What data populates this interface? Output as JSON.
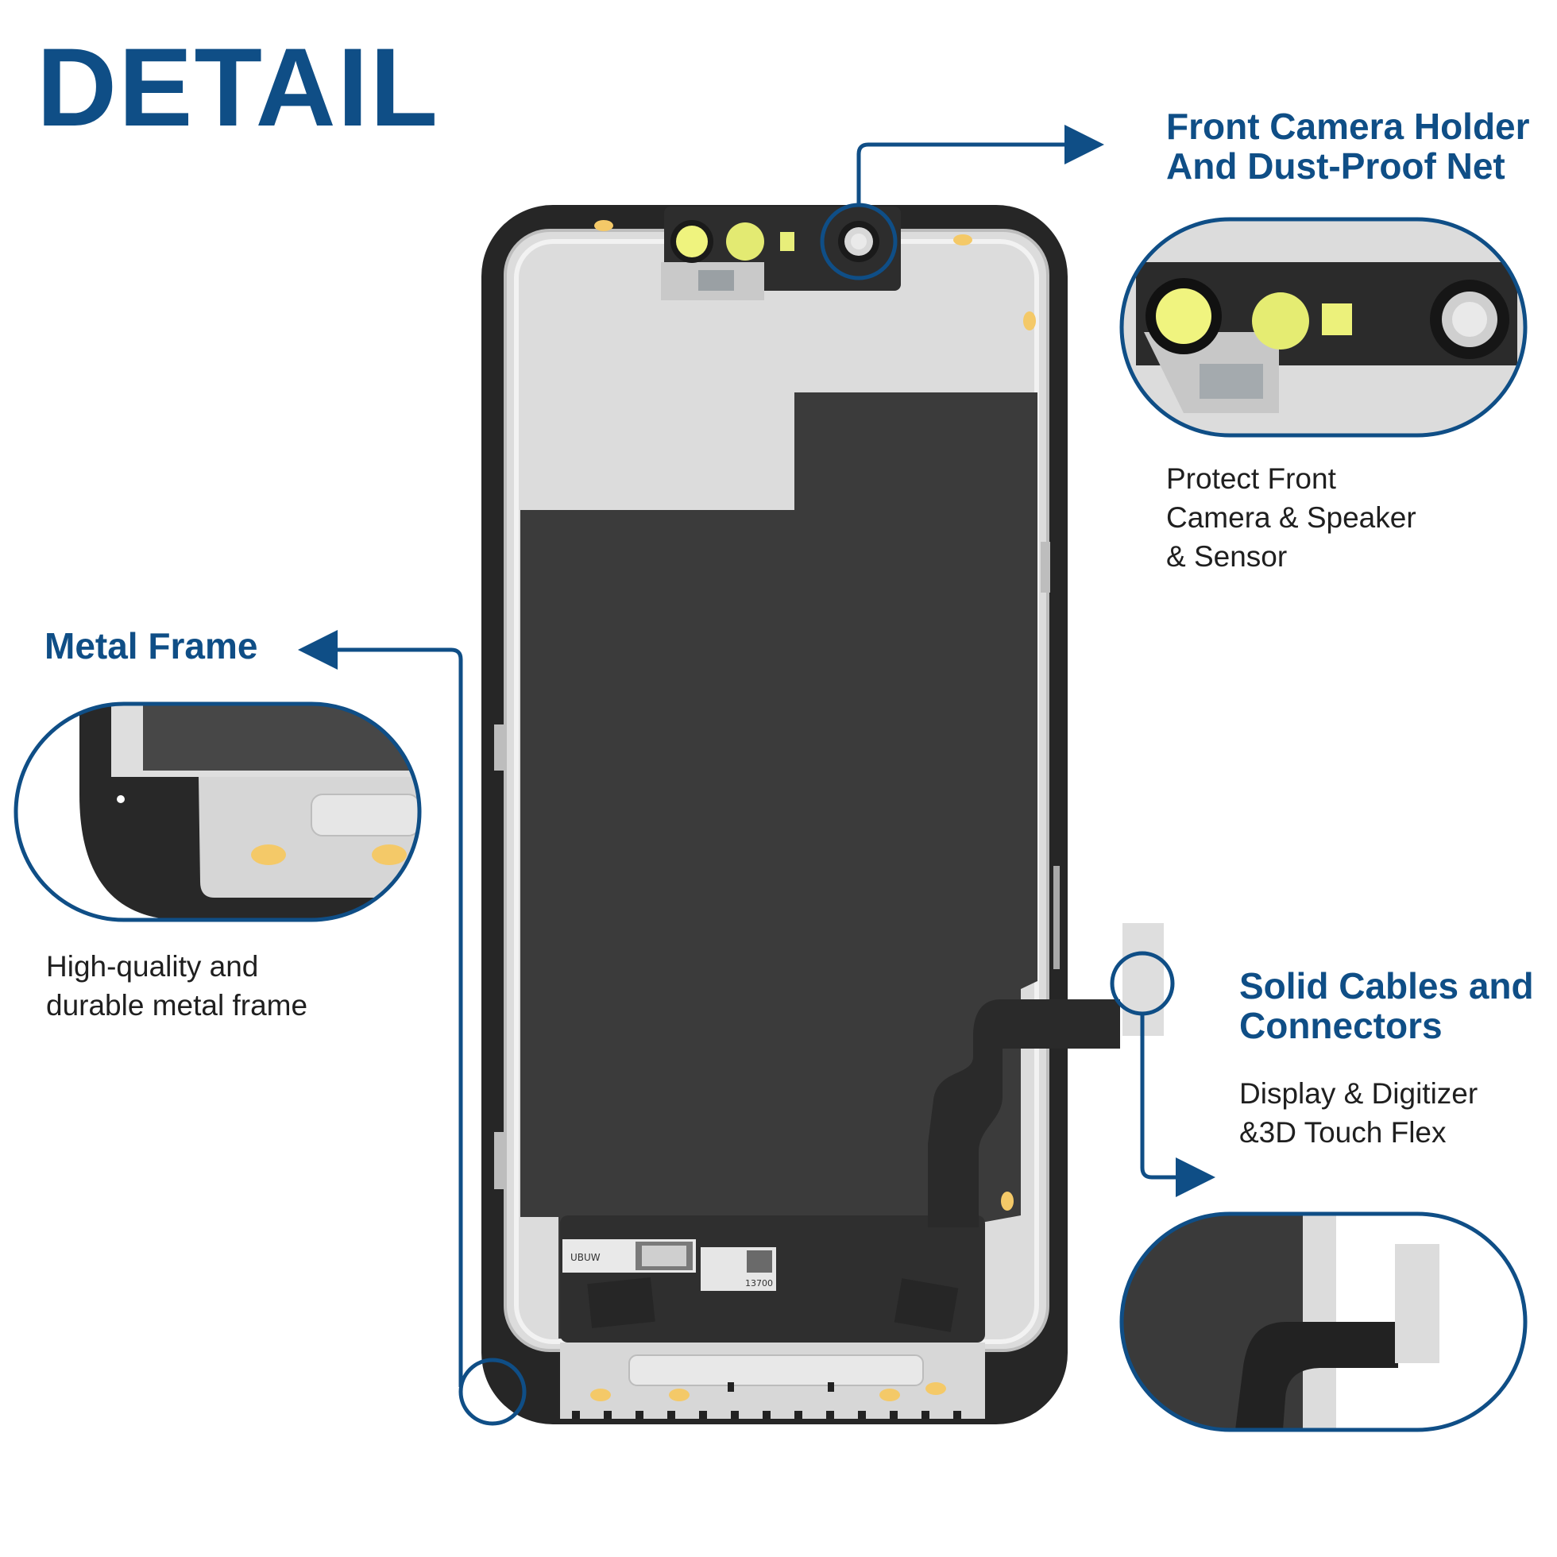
{
  "page": {
    "title": "DETAIL",
    "accent_color": "#0f4e86",
    "text_color": "#1f1f1f"
  },
  "callouts": {
    "camera": {
      "heading": [
        "Front Camera Holder",
        "And Dust-Proof Net"
      ],
      "description": [
        "Protect Front",
        "Camera & Speaker",
        "& Sensor"
      ]
    },
    "frame": {
      "heading": [
        "Metal Frame"
      ],
      "description": [
        "High-quality and",
        "durable metal frame"
      ]
    },
    "cable": {
      "heading": [
        "Solid Cables and",
        "Connectors"
      ],
      "description": [
        "Display & Digitizer",
        "&3D Touch Flex"
      ]
    }
  },
  "labels": {
    "sticker_left": "UBUW",
    "sticker_right": "13700"
  }
}
